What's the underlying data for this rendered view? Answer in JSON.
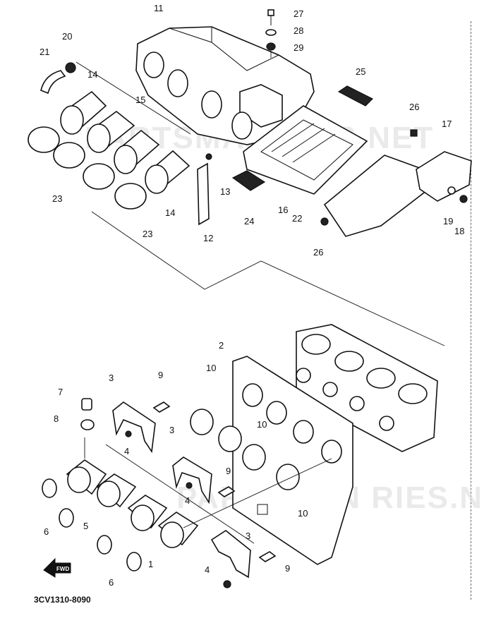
{
  "diagram": {
    "callouts": {
      "c11": "11",
      "c27": "27",
      "c28": "28",
      "c29": "29",
      "c20": "20",
      "c21": "21",
      "c14a": "14",
      "c15": "15",
      "c25": "25",
      "c26a": "26",
      "c17": "17",
      "c23a": "23",
      "c13": "13",
      "c14b": "14",
      "c23b": "23",
      "c12": "12",
      "c24": "24",
      "c16": "16",
      "c22": "22",
      "c19": "19",
      "c18": "18",
      "c26b": "26",
      "c2": "2",
      "c7": "7",
      "c3a": "3",
      "c9a": "9",
      "c10a": "10",
      "c8": "8",
      "c4a": "4",
      "c3b": "3",
      "c10b": "10",
      "c4b": "4",
      "c9b": "9",
      "c5": "5",
      "c6a": "6",
      "c10c": "10",
      "c1": "1",
      "c3c": "3",
      "c9c": "9",
      "c6b": "6",
      "c4c": "4"
    },
    "watermark_top": "PARTSMAN RIES.NET",
    "watermark_bottom": "PARTSMAN RIES.NET",
    "fwd_label": "FWD",
    "part_code": "3CV1310-8090"
  }
}
